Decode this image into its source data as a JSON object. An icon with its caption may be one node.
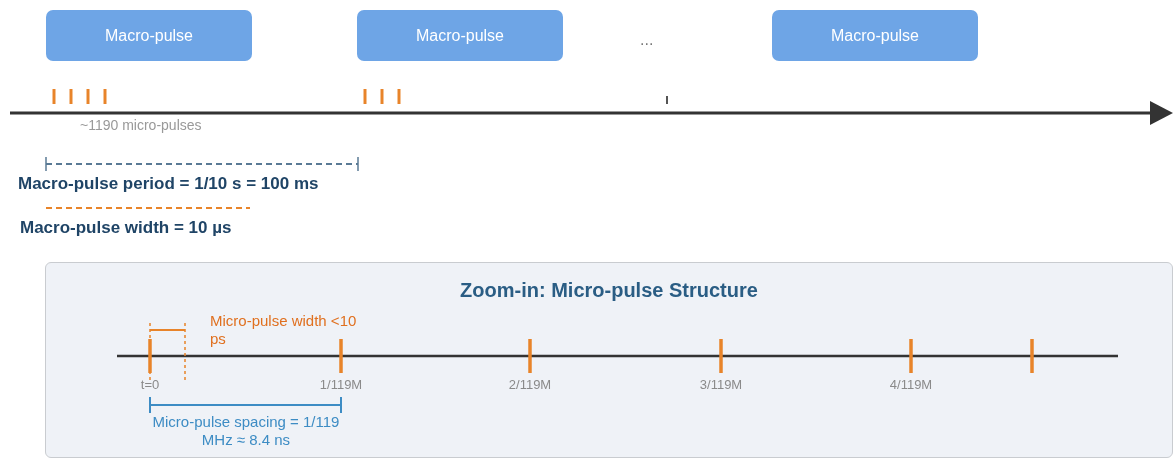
{
  "diagram": {
    "nodes": [
      {
        "text": [
          "Macro-pulse"
        ]
      },
      {
        "text": [
          "Macro-pulse"
        ]
      },
      {
        "text": [
          "Macro-pulse"
        ]
      },
      {
        "text": [
          "Zoom-in: Micro-pulse Structure"
        ]
      }
    ],
    "labels": [
      "...",
      "~1190 micro-pulses",
      "Macro-pulse period = 1/10 s = 100 ms",
      "Macro-pulse width = 10 µs",
      "Micro-pulse width <10 ps",
      "t=0",
      "1/119M",
      "2/119M",
      "3/119M",
      "4/119M",
      "Micro-pulse spacing = 1/119 MHz ≈ 8.4 ns"
    ]
  }
}
